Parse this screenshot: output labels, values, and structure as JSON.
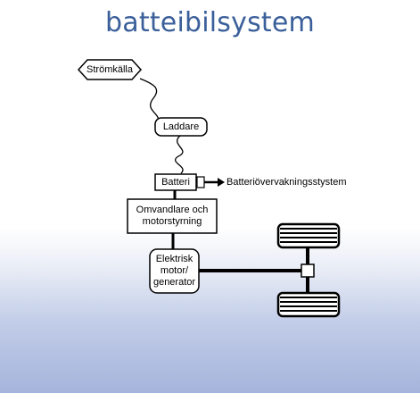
{
  "title": "batteibilsystem",
  "nodes": {
    "source": "Strömkälla",
    "charger": "Laddare",
    "battery": "Batteri",
    "monitoring": "Batteriövervakningsstystem",
    "inverter": "Omvandlare och\nmotorstyrning",
    "motor": "Elektrisk\nmotor/\ngenerator"
  }
}
